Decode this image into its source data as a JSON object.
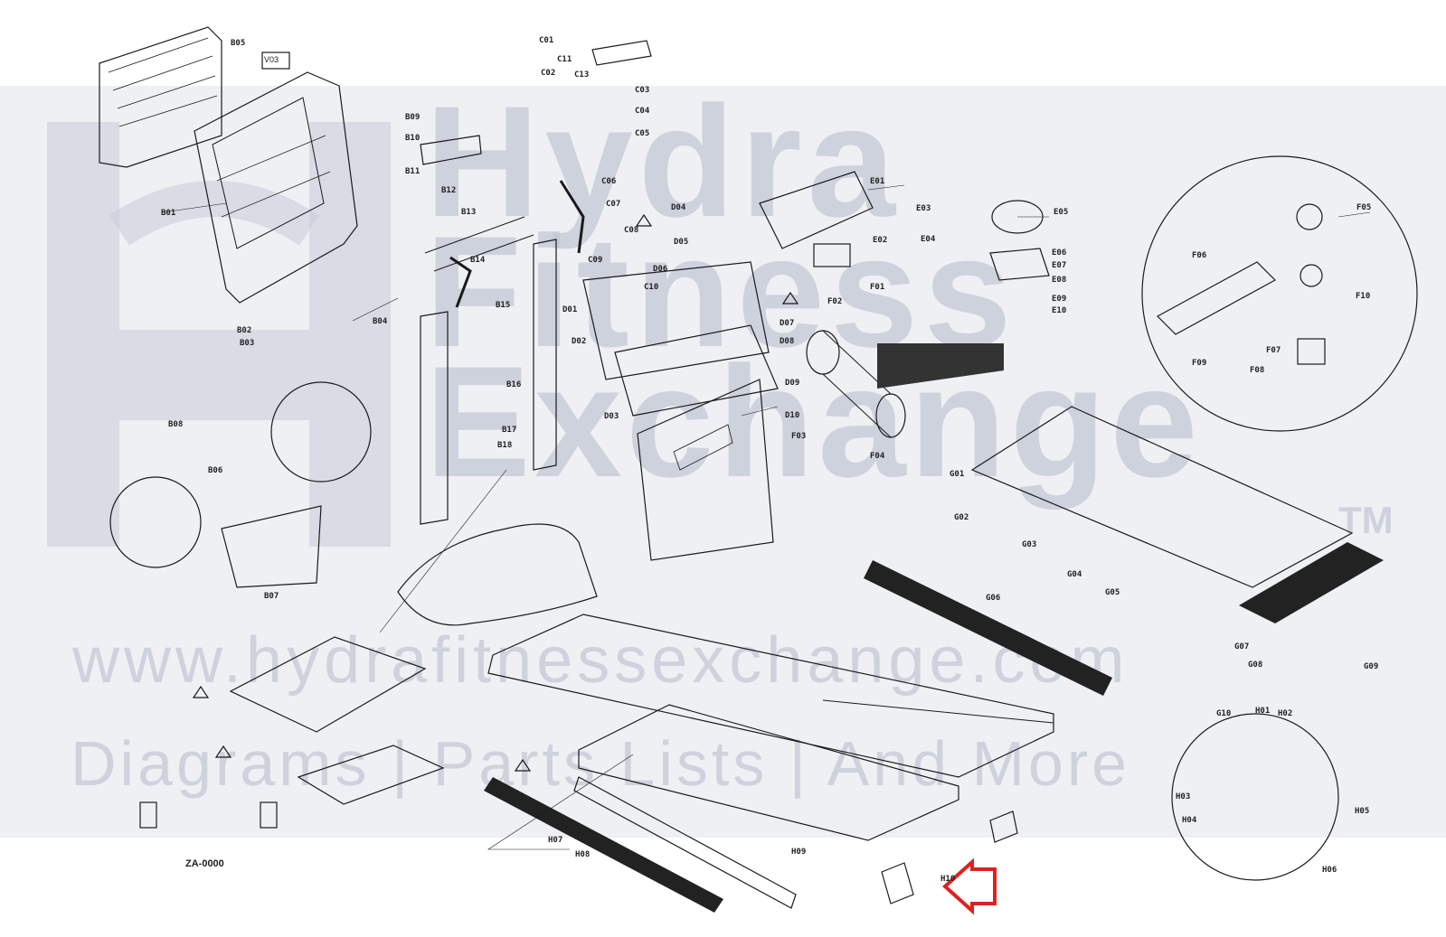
{
  "watermark": {
    "line1": "Hydra",
    "line2": "Fitness",
    "line3": "Exchange",
    "trademark": "TM",
    "url": "www.hydrafitnessexchange.com",
    "tagline": "Diagrams | Parts Lists | And More"
  },
  "diagram": {
    "top_label": "V03",
    "ref_code": "ZA-0000",
    "highlight_color": "#e0201e",
    "line_color": "#1a1a1a",
    "watermark_color": "#c4c8d6"
  },
  "part_labels": [
    "B05",
    "C11",
    "C13",
    "B01",
    "B02",
    "B03",
    "B04",
    "B06",
    "B07",
    "B08",
    "B09",
    "B10",
    "B11",
    "B12",
    "B13",
    "B14",
    "B15",
    "B16",
    "B17",
    "B18",
    "C01",
    "C02",
    "C03",
    "C04",
    "C05",
    "C06",
    "C07",
    "C08",
    "C09",
    "C10",
    "D01",
    "D02",
    "D03",
    "D04",
    "D05",
    "D06",
    "D07",
    "D08",
    "D09",
    "D10",
    "E01",
    "E02",
    "E03",
    "E04",
    "E05",
    "E06",
    "E07",
    "E08",
    "E09",
    "E10",
    "F01",
    "F02",
    "F03",
    "F04",
    "F05",
    "F06",
    "F07",
    "F08",
    "F09",
    "F10",
    "G01",
    "G02",
    "G03",
    "G04",
    "G05",
    "G06",
    "G07",
    "G08",
    "G09",
    "G10",
    "H01",
    "H02",
    "H03",
    "H04",
    "H05",
    "H06",
    "H07",
    "H08",
    "H09",
    "H10"
  ]
}
